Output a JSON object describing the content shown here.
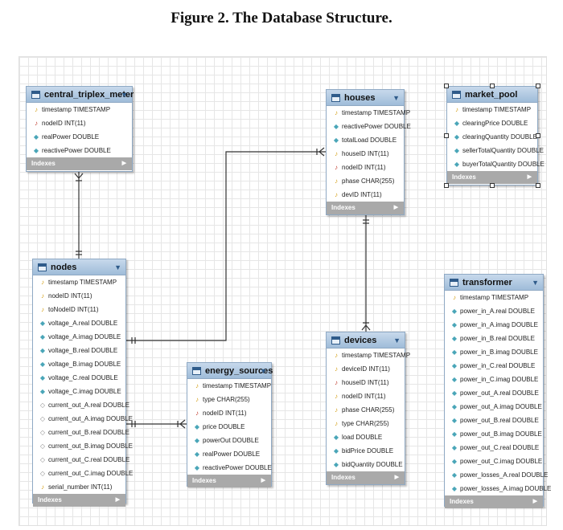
{
  "figure": {
    "title": "Figure 2. The Database Structure."
  },
  "indexes_label": "Indexes",
  "tables": {
    "central_triplex_meter": {
      "name": "central_triplex_meter",
      "columns": [
        {
          "text": "timestamp TIMESTAMP",
          "icon": "key-icon"
        },
        {
          "text": "nodeID INT(11)",
          "icon": "foreign-key-icon"
        },
        {
          "text": "realPower DOUBLE",
          "icon": "column-icon"
        },
        {
          "text": "reactivePower DOUBLE",
          "icon": "column-icon"
        }
      ]
    },
    "houses": {
      "name": "houses",
      "columns": [
        {
          "text": "timestamp TIMESTAMP",
          "icon": "key-icon"
        },
        {
          "text": "reactivePower DOUBLE",
          "icon": "column-icon"
        },
        {
          "text": "totalLoad DOUBLE",
          "icon": "column-icon"
        },
        {
          "text": "houseID INT(11)",
          "icon": "key-icon"
        },
        {
          "text": "nodeID INT(11)",
          "icon": "foreign-key-icon"
        },
        {
          "text": "phase CHAR(255)",
          "icon": "key-icon"
        },
        {
          "text": "devID INT(11)",
          "icon": "key-icon"
        }
      ]
    },
    "market_pool": {
      "name": "market_pool",
      "columns": [
        {
          "text": "timestamp TIMESTAMP",
          "icon": "key-icon"
        },
        {
          "text": "clearingPrice DOUBLE",
          "icon": "column-icon"
        },
        {
          "text": "clearingQuantity DOUBLE",
          "icon": "column-icon"
        },
        {
          "text": "sellerTotalQuantity DOUBLE",
          "icon": "column-icon"
        },
        {
          "text": "buyerTotalQuantity DOUBLE",
          "icon": "column-icon"
        }
      ]
    },
    "nodes": {
      "name": "nodes",
      "columns": [
        {
          "text": "timestamp TIMESTAMP",
          "icon": "key-icon"
        },
        {
          "text": "nodeID INT(11)",
          "icon": "key-icon"
        },
        {
          "text": "toNodeID INT(11)",
          "icon": "key-icon"
        },
        {
          "text": "voltage_A.real DOUBLE",
          "icon": "column-icon"
        },
        {
          "text": "voltage_A.imag DOUBLE",
          "icon": "column-icon"
        },
        {
          "text": "voltage_B.real DOUBLE",
          "icon": "column-icon"
        },
        {
          "text": "voltage_B.imag DOUBLE",
          "icon": "column-icon"
        },
        {
          "text": "voltage_C.real DOUBLE",
          "icon": "column-icon"
        },
        {
          "text": "voltage_C.imag DOUBLE",
          "icon": "column-icon"
        },
        {
          "text": "current_out_A.real DOUBLE",
          "icon": "nullable-column-icon"
        },
        {
          "text": "current_out_A.imag DOUBLE",
          "icon": "nullable-column-icon"
        },
        {
          "text": "current_out_B.real DOUBLE",
          "icon": "nullable-column-icon"
        },
        {
          "text": "current_out_B.imag DOUBLE",
          "icon": "nullable-column-icon"
        },
        {
          "text": "current_out_C.real DOUBLE",
          "icon": "nullable-column-icon"
        },
        {
          "text": "current_out_C.imag DOUBLE",
          "icon": "nullable-column-icon"
        },
        {
          "text": "serial_number INT(11)",
          "icon": "key-icon"
        }
      ]
    },
    "energy_sources": {
      "name": "energy_sources",
      "columns": [
        {
          "text": "timestamp TIMESTAMP",
          "icon": "key-icon"
        },
        {
          "text": "type CHAR(255)",
          "icon": "key-icon"
        },
        {
          "text": "nodeID INT(11)",
          "icon": "foreign-key-icon"
        },
        {
          "text": "price DOUBLE",
          "icon": "column-icon"
        },
        {
          "text": "powerOut DOUBLE",
          "icon": "column-icon"
        },
        {
          "text": "realPower DOUBLE",
          "icon": "column-icon"
        },
        {
          "text": "reactivePower DOUBLE",
          "icon": "column-icon"
        }
      ]
    },
    "devices": {
      "name": "devices",
      "columns": [
        {
          "text": "timestamp TIMESTAMP",
          "icon": "key-icon"
        },
        {
          "text": "deviceID INT(11)",
          "icon": "key-icon"
        },
        {
          "text": "houseID INT(11)",
          "icon": "foreign-key-icon"
        },
        {
          "text": "nodeID INT(11)",
          "icon": "key-icon"
        },
        {
          "text": "phase CHAR(255)",
          "icon": "key-icon"
        },
        {
          "text": "type CHAR(255)",
          "icon": "key-icon"
        },
        {
          "text": "load DOUBLE",
          "icon": "column-icon"
        },
        {
          "text": "bidPrice DOUBLE",
          "icon": "column-icon"
        },
        {
          "text": "bidQuantity DOUBLE",
          "icon": "column-icon"
        }
      ]
    },
    "transformer": {
      "name": "transformer",
      "columns": [
        {
          "text": "timestamp TIMESTAMP",
          "icon": "key-icon"
        },
        {
          "text": "power_in_A.real DOUBLE",
          "icon": "column-icon"
        },
        {
          "text": "power_in_A.imag DOUBLE",
          "icon": "column-icon"
        },
        {
          "text": "power_in_B.real DOUBLE",
          "icon": "column-icon"
        },
        {
          "text": "power_in_B.imag DOUBLE",
          "icon": "column-icon"
        },
        {
          "text": "power_in_C.real DOUBLE",
          "icon": "column-icon"
        },
        {
          "text": "power_in_C.imag DOUBLE",
          "icon": "column-icon"
        },
        {
          "text": "power_out_A.real DOUBLE",
          "icon": "column-icon"
        },
        {
          "text": "power_out_A.imag DOUBLE",
          "icon": "column-icon"
        },
        {
          "text": "power_out_B.real DOUBLE",
          "icon": "column-icon"
        },
        {
          "text": "power_out_B.imag DOUBLE",
          "icon": "column-icon"
        },
        {
          "text": "power_out_C.real DOUBLE",
          "icon": "column-icon"
        },
        {
          "text": "power_out_C.imag DOUBLE",
          "icon": "column-icon"
        },
        {
          "text": "power_losses_A.real DOUBLE",
          "icon": "column-icon"
        },
        {
          "text": "power_losses_A.imag DOUBLE",
          "icon": "column-icon"
        }
      ]
    }
  },
  "relationships": [
    {
      "from": "central_triplex_meter",
      "to": "nodes"
    },
    {
      "from": "nodes",
      "to": "houses"
    },
    {
      "from": "nodes",
      "to": "energy_sources"
    },
    {
      "from": "houses",
      "to": "devices"
    }
  ]
}
